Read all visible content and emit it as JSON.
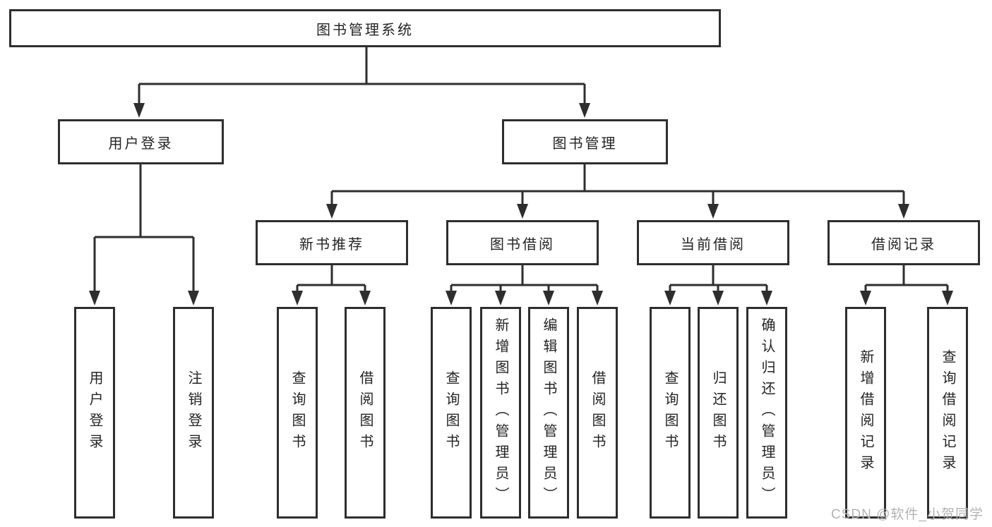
{
  "tree": {
    "root": {
      "label": "图书管理系统"
    },
    "level2": [
      {
        "label": "用户登录",
        "children": [
          {
            "label": "用户登录"
          },
          {
            "label": "注销登录"
          }
        ]
      },
      {
        "label": "图书管理",
        "children": [
          {
            "label": "新书推荐",
            "children": [
              {
                "label": "查询图书"
              },
              {
                "label": "借阅图书"
              }
            ]
          },
          {
            "label": "图书借阅",
            "children": [
              {
                "label": "查询图书"
              },
              {
                "label": "新增图书（管理员）"
              },
              {
                "label": "编辑图书（管理员）"
              },
              {
                "label": "借阅图书"
              }
            ]
          },
          {
            "label": "当前借阅",
            "children": [
              {
                "label": "查询图书"
              },
              {
                "label": "归还图书"
              },
              {
                "label": "确认归还（管理员）"
              }
            ]
          },
          {
            "label": "借阅记录",
            "children": [
              {
                "label": "新增借阅记录"
              },
              {
                "label": "查询借阅记录"
              }
            ]
          }
        ]
      }
    ]
  },
  "watermark": "CSDN @软件_小贺同学",
  "colors": {
    "line": "#2e2e2e",
    "text": "#242424",
    "background": "#ffffff",
    "watermark": "#b3b3b3"
  }
}
